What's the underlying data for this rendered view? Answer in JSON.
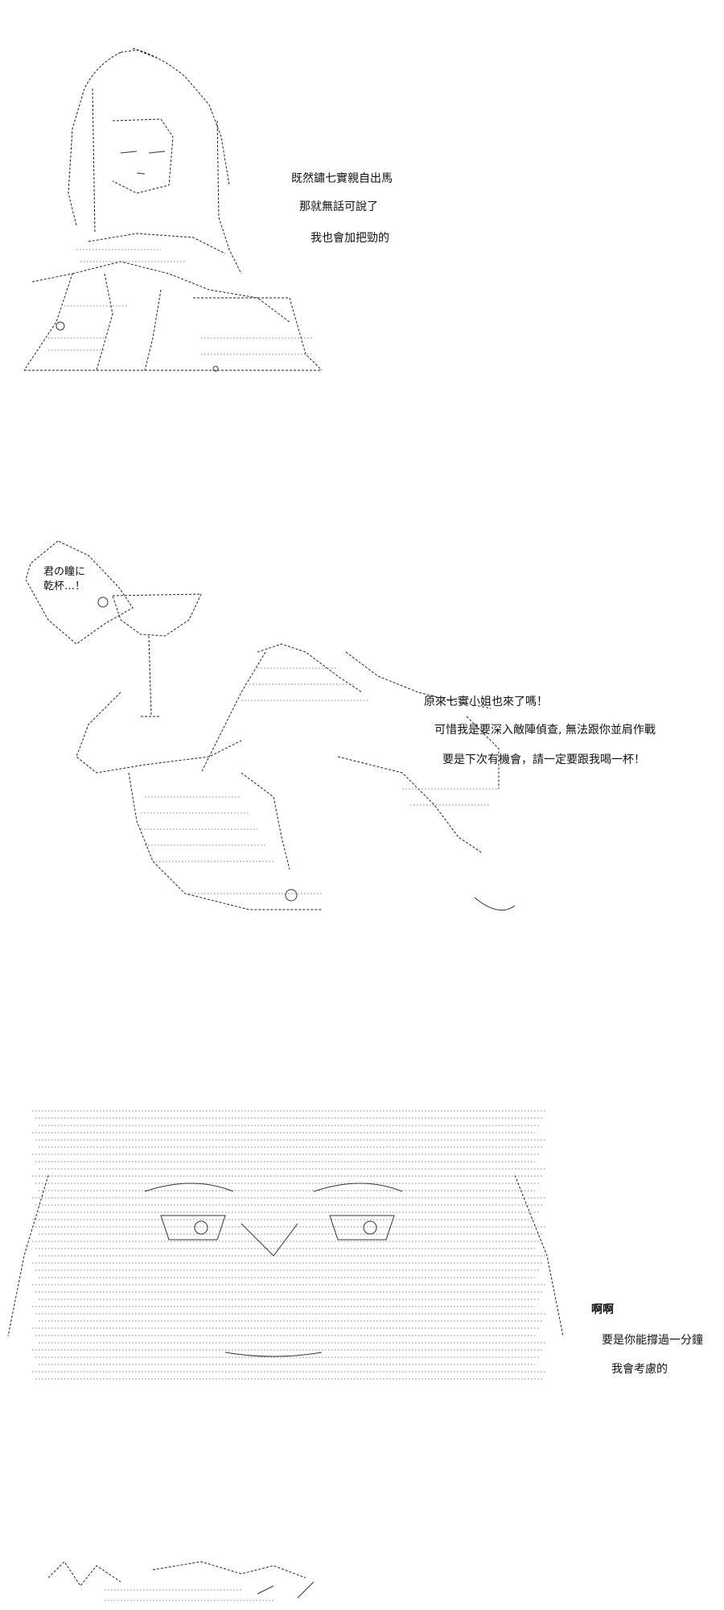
{
  "panel1": {
    "lines": [
      "既然鏽七實親自出馬",
      "那就無話可說了",
      "我也會加把勁的"
    ]
  },
  "panel2": {
    "bubble": [
      "君の瞳に",
      "乾杯…！"
    ],
    "lines": [
      "原來七實小姐也來了嗎！",
      "可惜我是要深入敵陣偵查, 無法跟你並肩作戰",
      "要是下次有機會，請一定要跟我喝一杯！"
    ]
  },
  "panel3": {
    "lines": [
      "啊啊",
      "要是你能撐過一分鐘",
      "我會考慮的"
    ]
  }
}
